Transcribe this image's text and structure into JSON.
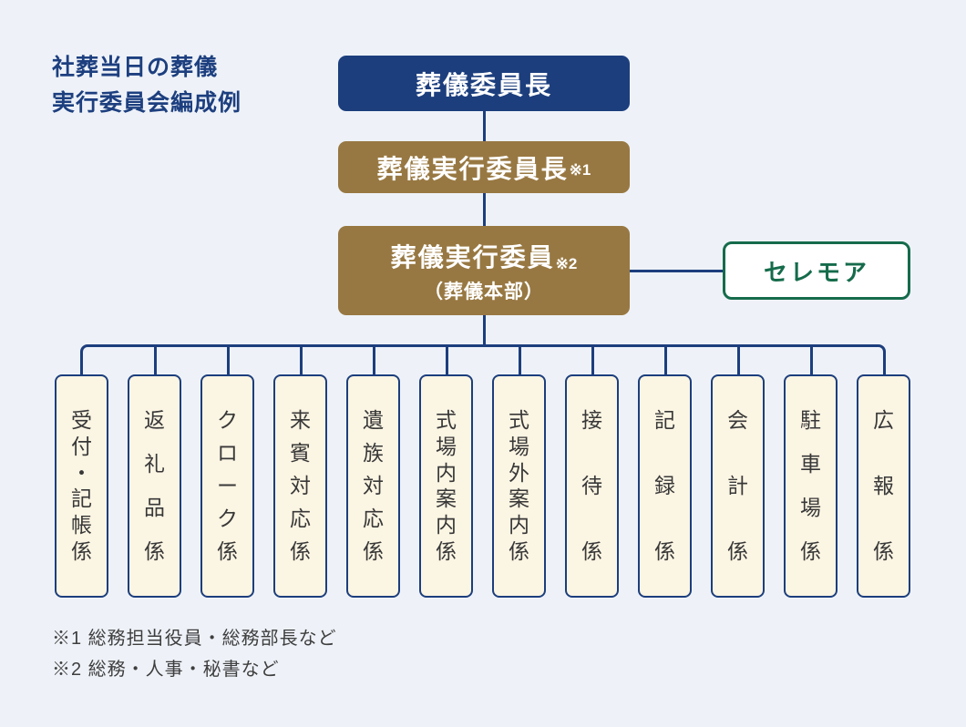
{
  "title": {
    "line1": "社葬当日の葬儀",
    "line2": "実行委員会編成例"
  },
  "chart": {
    "chairman": {
      "label": "葬儀委員長"
    },
    "executive_chair": {
      "label": "葬儀実行委員長",
      "note_ref": "※1"
    },
    "executive_committee": {
      "label": "葬儀実行委員",
      "note_ref": "※2",
      "sublabel": "（葬儀本部）"
    },
    "partner": {
      "label": "セレモア"
    },
    "departments": [
      "受付・記帳係",
      "返礼品係",
      "クローク係",
      "来賓対応係",
      "遺族対応係",
      "式場内案内係",
      "式場外案内係",
      "接待係",
      "記録係",
      "会計係",
      "駐車場係",
      "広報係"
    ]
  },
  "footnotes": [
    "※1 総務担当役員・総務部長など",
    "※2 総務・人事・秘書など"
  ],
  "colors": {
    "navy": "#1c3e7d",
    "gold": "#987842",
    "green": "#156b4b",
    "cream": "#fbf5e3",
    "background": "#eef2f8",
    "text_dark": "#383838",
    "white": "#ffffff"
  }
}
